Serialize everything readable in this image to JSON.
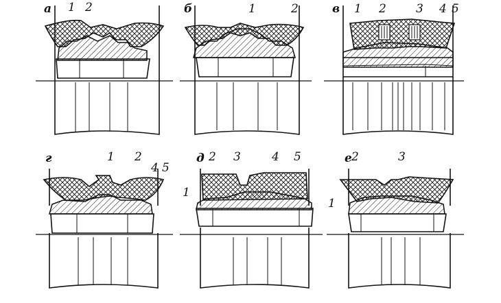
{
  "panels": [
    {
      "letter": "а",
      "labels": [
        "1",
        "2"
      ]
    },
    {
      "letter": "б",
      "labels": [
        "1",
        "2"
      ]
    },
    {
      "letter": "в",
      "labels": [
        "1",
        "2",
        "3",
        "4",
        "5"
      ]
    },
    {
      "letter": "г",
      "labels": [
        "1",
        "2",
        "4",
        "5"
      ]
    },
    {
      "letter": "д",
      "labels": [
        "1",
        "2",
        "3",
        "4",
        "5"
      ]
    },
    {
      "letter": "е",
      "labels": [
        "1",
        "2",
        "3"
      ]
    }
  ]
}
